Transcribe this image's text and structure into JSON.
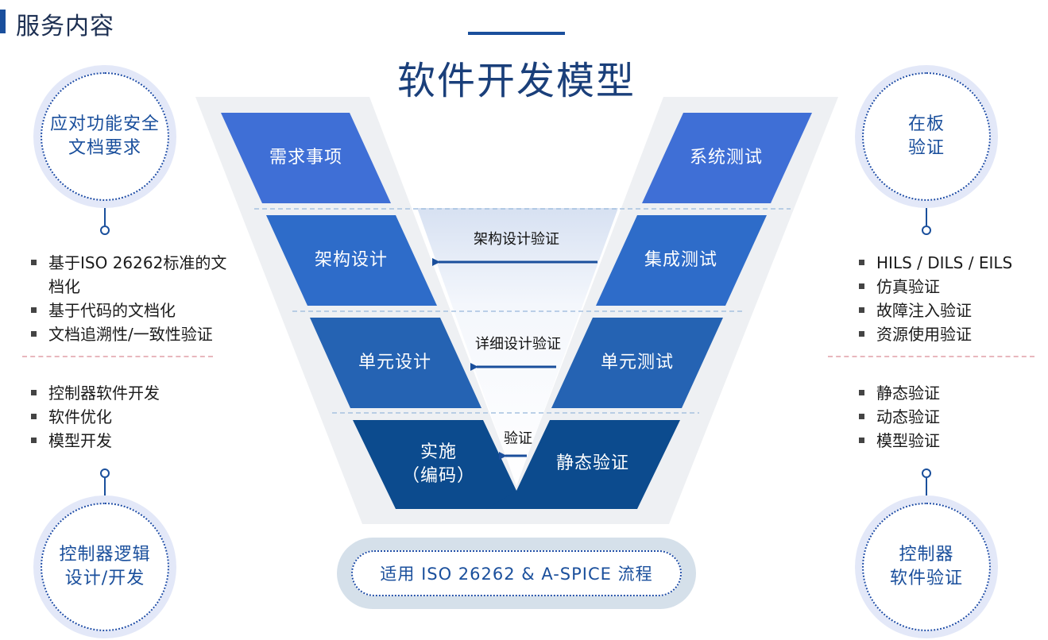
{
  "header": {
    "section_title": "服务内容",
    "main_title": "软件开发模型"
  },
  "v_model": {
    "left": [
      "需求事项",
      "架构设计",
      "单元设计"
    ],
    "bottom_left": [
      "实施",
      "（编码）"
    ],
    "right": [
      "系统测试",
      "集成测试",
      "单元测试",
      "静态验证"
    ],
    "verifications": [
      "架构设计验证",
      "详细设计验证",
      "验证"
    ],
    "colors": {
      "light": "#3f6fd6",
      "mid": "#2e6cc9",
      "dark": "#0c4b8e"
    }
  },
  "circles": {
    "top_left": [
      "应对功能安全",
      "文档要求"
    ],
    "bottom_left": [
      "控制器逻辑",
      "设计/开发"
    ],
    "top_right": [
      "在板",
      "验证"
    ],
    "bottom_right": [
      "控制器",
      "软件验证"
    ]
  },
  "lists": {
    "left_top": [
      "基于ISO 26262标准的文",
      "档化",
      "基于代码的文档化",
      "文档追溯性/一致性验证"
    ],
    "left_bottom": [
      "控制器软件开发",
      "软件优化",
      "模型开发"
    ],
    "right_top": [
      "HILS / DILS / EILS",
      "仿真验证",
      "故障注入验证",
      "资源使用验证"
    ],
    "right_bottom": [
      "静态验证",
      "动态验证",
      "模型验证"
    ]
  },
  "footer": {
    "process_label": "适用 ISO 26262 & A-SPICE 流程"
  }
}
